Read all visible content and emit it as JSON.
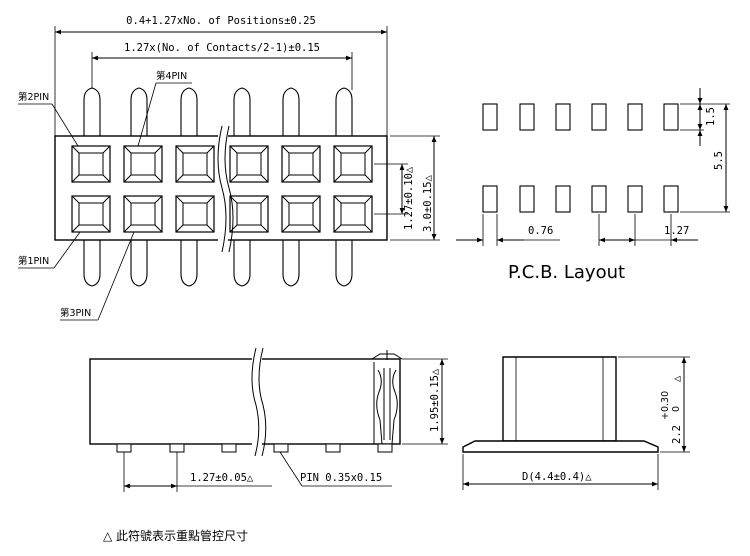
{
  "labels": {
    "top_overall": "0.4+1.27xNo. of Positions±0.25",
    "top_contacts": "1.27x(No. of Contacts/2-1)±0.15",
    "pin2": "第2PIN",
    "pin4": "第4PIN",
    "pin1": "第1PIN",
    "pin3": "第3PIN",
    "pitch_v": "1.27±0.10△",
    "height_v": "3.0±0.15△",
    "pcb_pad_len": "1.5",
    "pcb_span": "5.5",
    "pcb_pad_w": "0.76",
    "pcb_pitch": "1.27",
    "pcb_title": "P.C.B.  Layout",
    "side_height": "1.95±0.15△",
    "side_pitch": "1.27±0.05△",
    "side_pin": "PIN 0.35x0.15",
    "end_height_main": "2.2",
    "end_height_plus": "+0.30",
    "end_height_minus": "0",
    "end_width": "D(4.4±0.4)△",
    "footnote": "△ 此符號表示重點管控尺寸"
  }
}
